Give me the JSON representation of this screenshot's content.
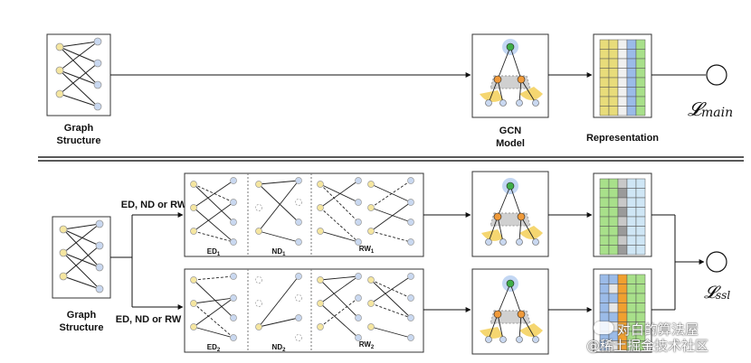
{
  "top_section": {
    "graph_label_line1": "Graph",
    "graph_label_line2": "Structure",
    "gcn_label_line1": "GCN",
    "gcn_label_line2": "Model",
    "representation_label": "Representation",
    "loss_main": "𝓛",
    "loss_main_sub": "main"
  },
  "bottom_section": {
    "graph_label_line1": "Graph",
    "graph_label_line2": "Structure",
    "branch_upper_label": "ED, ND or RW",
    "branch_lower_label": "ED, ND or RW",
    "ed1": "ED",
    "ed1_sub": "1",
    "nd1": "ND",
    "nd1_sub": "1",
    "rw1": "RW",
    "rw1_sub": "1",
    "ed2": "ED",
    "ed2_sub": "2",
    "nd2": "ND",
    "nd2_sub": "2",
    "rw2": "RW",
    "rw2_sub": "2",
    "loss_ssl": "𝓛",
    "loss_ssl_sub": "ssl"
  },
  "watermark": {
    "line1": "对白的算法屋",
    "line2": "@稀土掘金技术社区"
  },
  "colors": {
    "node_yellow": "#f5e6a0",
    "node_blue": "#c9d8f0",
    "rep_yellow": "#e8dc7a",
    "rep_blue": "#9bbbe8",
    "rep_green": "#a8e08a",
    "rep_lightblue": "#cfe6f5",
    "rep_gray": "#9a9a9a",
    "rep_orange": "#f0a030",
    "gcn_green": "#3fae49",
    "gcn_orange": "#f09a3a",
    "gcn_blue": "#a9c6ee"
  }
}
